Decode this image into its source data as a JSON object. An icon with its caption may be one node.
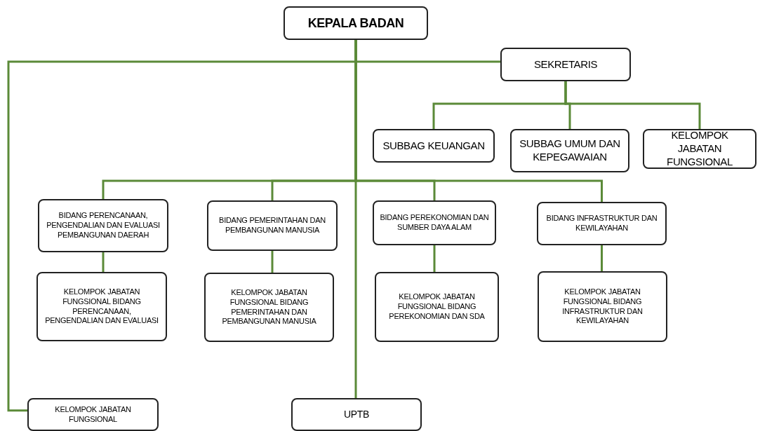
{
  "diagram": {
    "nodes": [
      {
        "text": [
          "KEPALA BADAN"
        ]
      },
      {
        "text": [
          "SEKRETARIS"
        ]
      },
      {
        "text": [
          "SUBBAG KEUANGAN"
        ]
      },
      {
        "text": [
          "SUBBAG UMUM DAN KEPEGAWAIAN"
        ]
      },
      {
        "text": [
          "KELOMPOK JABATAN FUNGSIONAL"
        ]
      },
      {
        "text": [
          "BIDANG PERENCANAAN, PENGENDALIAN DAN EVALUASI PEMBANGUNAN DAERAH"
        ]
      },
      {
        "text": [
          "BIDANG PEMERINTAHAN DAN PEMBANGUNAN MANUSIA"
        ]
      },
      {
        "text": [
          "BIDANG PEREKONOMIAN DAN SUMBER DAYA ALAM"
        ]
      },
      {
        "text": [
          "BIDANG INFRASTRUKTUR DAN KEWILAYAHAN"
        ]
      },
      {
        "text": [
          "KELOMPOK JABATAN FUNGSIONAL BIDANG PERENCANAAN, PENGENDALIAN DAN EVALUASI"
        ]
      },
      {
        "text": [
          "KELOMPOK JABATAN FUNGSIONAL BIDANG PEMERINTAHAN DAN PEMBANGUNAN MANUSIA"
        ]
      },
      {
        "text": [
          "KELOMPOK JABATAN FUNGSIONAL BIDANG PEREKONOMIAN DAN SDA"
        ]
      },
      {
        "text": [
          "KELOMPOK JABATAN FUNGSIONAL BIDANG INFRASTRUKTUR DAN KEWILAYAHAN"
        ]
      },
      {
        "text": [
          "KELOMPOK JABATAN FUNGSIONAL"
        ]
      },
      {
        "text": [
          "UPTB"
        ]
      }
    ],
    "edges": [
      {
        "from": 0,
        "to": 1,
        "arrow": "none"
      },
      {
        "from": 0,
        "to": 13,
        "arrow": "none"
      },
      {
        "from": 1,
        "to": 2,
        "arrow": "none"
      },
      {
        "from": 1,
        "to": 3,
        "arrow": "none"
      },
      {
        "from": 1,
        "to": 4,
        "arrow": "none"
      },
      {
        "from": 0,
        "to": 5,
        "arrow": "none"
      },
      {
        "from": 0,
        "to": 6,
        "arrow": "none"
      },
      {
        "from": 0,
        "to": 7,
        "arrow": "none"
      },
      {
        "from": 0,
        "to": 8,
        "arrow": "none"
      },
      {
        "from": 5,
        "to": 9,
        "arrow": "none"
      },
      {
        "from": 6,
        "to": 10,
        "arrow": "none"
      },
      {
        "from": 7,
        "to": 11,
        "arrow": "none"
      },
      {
        "from": 8,
        "to": 12,
        "arrow": "none"
      },
      {
        "from": 0,
        "to": 14,
        "arrow": "none"
      }
    ]
  }
}
